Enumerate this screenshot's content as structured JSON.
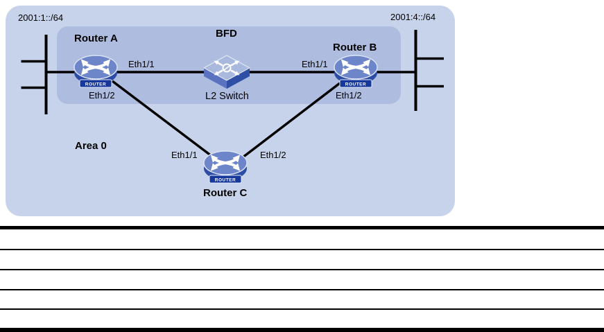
{
  "diagram": {
    "subnet_left": "2001:1::/64",
    "subnet_right": "2001:4::/64",
    "bfd_label": "BFD",
    "area_label": "Area 0",
    "router_badge": "ROUTER",
    "nodes": {
      "router_a": "Router A",
      "router_b": "Router B",
      "router_c": "Router C",
      "l2_switch": "L2 Switch"
    },
    "interfaces": {
      "a_to_switch": "Eth1/1",
      "b_to_switch": "Eth1/1",
      "a_to_c": "Eth1/2",
      "b_to_c": "Eth1/2",
      "c_to_a": "Eth1/1",
      "c_to_b": "Eth1/2"
    },
    "colors": {
      "outer_bg": "#c6d3eb",
      "inner_bg": "#aebcdf",
      "link": "#000000",
      "router_top": "#6d85c9",
      "router_side": "#2d4ca4",
      "router_banner": "#16389b",
      "switch_top": "#a9b8dd",
      "switch_front_left": "#5b72c0",
      "switch_front_right": "#2f4fa6"
    }
  },
  "table": {
    "row_count": 5
  }
}
